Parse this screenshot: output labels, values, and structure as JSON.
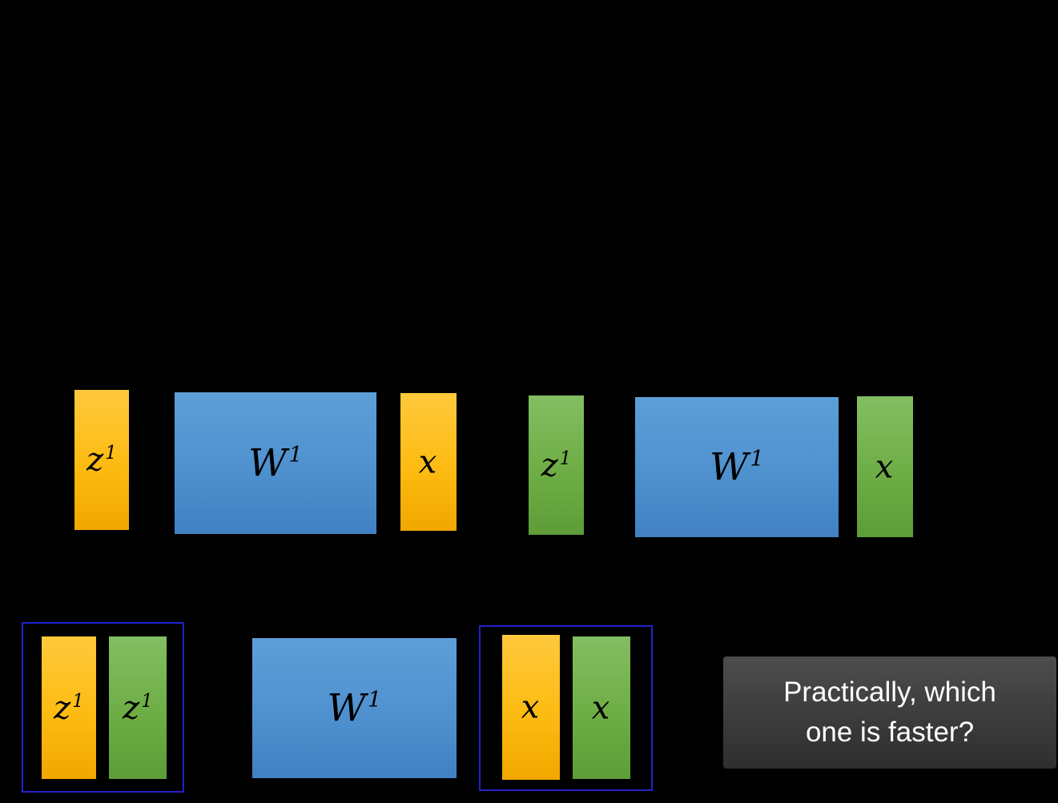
{
  "slide": {
    "caption": {
      "text": "Practically, which one is faster?"
    },
    "colors": {
      "background": "#000000",
      "vector_yellow": "#FDB913",
      "vector_green": "#6EAD45",
      "matrix_blue": "#4F91CF",
      "group_outline": "#2121CD",
      "caption_background": "#3A3A3A",
      "caption_text": "#FFFFFF",
      "label_text": "#000000"
    },
    "row1": {
      "blocks": [
        {
          "base": "z",
          "sup": "1",
          "color": "yellow",
          "kind": "vector"
        },
        {
          "base": "W",
          "sup": "1",
          "color": "blue",
          "kind": "matrix"
        },
        {
          "base": "x",
          "sup": "",
          "color": "yellow",
          "kind": "vector"
        },
        {
          "base": "z",
          "sup": "1",
          "color": "green",
          "kind": "vector"
        },
        {
          "base": "W",
          "sup": "1",
          "color": "blue",
          "kind": "matrix"
        },
        {
          "base": "x",
          "sup": "",
          "color": "green",
          "kind": "vector"
        }
      ]
    },
    "row2": {
      "group1": {
        "bars": [
          {
            "base": "z",
            "sup": "1",
            "color": "yellow"
          },
          {
            "base": "z",
            "sup": "1",
            "color": "green"
          }
        ]
      },
      "matrix": {
        "base": "W",
        "sup": "1",
        "color": "blue"
      },
      "group2": {
        "bars": [
          {
            "base": "x",
            "sup": "",
            "color": "yellow"
          },
          {
            "base": "x",
            "sup": "",
            "color": "green"
          }
        ]
      }
    }
  }
}
